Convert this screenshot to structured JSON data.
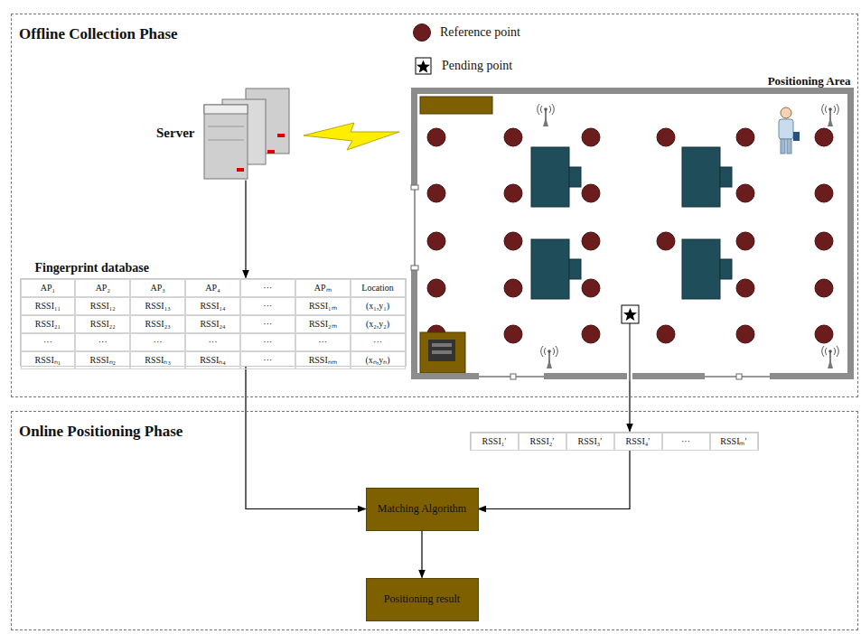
{
  "diagram": {
    "nodes": [
      {
        "text": [
          "Offline Collection Phase"
        ]
      },
      {
        "text": [
          "Server"
        ],
        "in": 0
      },
      {
        "text": [
          "Positioning Area"
        ],
        "in": 0
      },
      {
        "text": [
          "Fingerprint database",
          "AP₁",
          "AP₂",
          "AP₃",
          "AP₄",
          "···",
          "APₘ",
          "Location",
          "RSSI₁₁",
          "RSSI₁₂",
          "RSSI₁₃",
          "RSSI₁₄",
          "···",
          "RSSI₁ₘ",
          "(x₁,y₁)",
          "RSSI₂₁",
          "RSSI₂₂",
          "RSSI₂₃",
          "RSSI₂₄",
          "···",
          "RSSI₂ₘ",
          "(x₂,y₂)",
          "···",
          "···",
          "···",
          "···",
          "···",
          "···",
          "···",
          "RSSIₙ₁",
          "RSSIₙ₂",
          "RSSIₙ₃",
          "RSSIₙ₄",
          "···",
          "RSSIₙₘ",
          "(xₙ,yₙ)"
        ],
        "in": 0
      },
      {
        "text": [
          "Online Positioning Phase"
        ]
      },
      {
        "text": [
          "RSSI₁′",
          "RSSI₂′",
          "RSSI₃′",
          "RSSI₄′",
          "···",
          "RSSIₘ′"
        ],
        "in": 4
      },
      {
        "text": [
          "Matching Algorithm"
        ],
        "in": 4
      },
      {
        "text": [
          "Positioning result"
        ],
        "in": 4
      }
    ],
    "edges": [
      {
        "from": 1,
        "to": 3,
        "arrow": "to"
      },
      {
        "from": 3,
        "to": 6,
        "arrow": "to"
      },
      {
        "from": 2,
        "to": 5,
        "arrow": "to"
      },
      {
        "from": 5,
        "to": 6,
        "arrow": "to"
      },
      {
        "from": 6,
        "to": 7,
        "arrow": "to"
      }
    ],
    "legend": [
      {
        "text": "Reference point",
        "color": "#6b1c1c"
      },
      {
        "text": "Pending point"
      }
    ]
  }
}
